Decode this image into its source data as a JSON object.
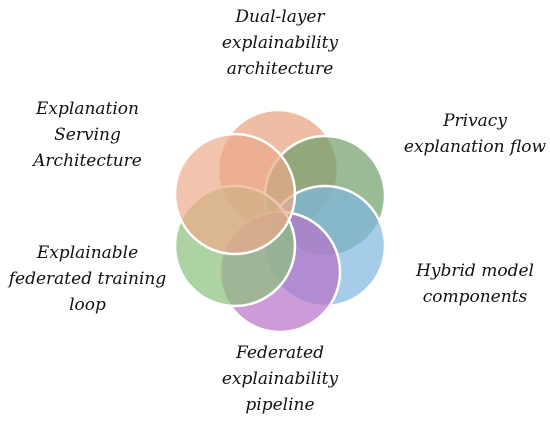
{
  "petals": [
    {
      "id": "dual-layer",
      "lines": [
        "Dual-layer",
        "explainability",
        "architecture"
      ],
      "color": "#E8A07E"
    },
    {
      "id": "privacy",
      "lines": [
        "Privacy",
        "explanation flow"
      ],
      "color": "#6E9E6A"
    },
    {
      "id": "hybrid",
      "lines": [
        "Hybrid model",
        "components"
      ],
      "color": "#7FB6E0"
    },
    {
      "id": "pipeline",
      "lines": [
        "Federated",
        "explainability",
        "pipeline"
      ],
      "color": "#B870C8"
    },
    {
      "id": "training-loop",
      "lines": [
        "Explainable",
        "federated training",
        "loop"
      ],
      "color": "#8CC07A"
    },
    {
      "id": "serving",
      "lines": [
        "Explanation",
        "Serving",
        "Architecture"
      ],
      "color": "#EDA98A"
    }
  ]
}
